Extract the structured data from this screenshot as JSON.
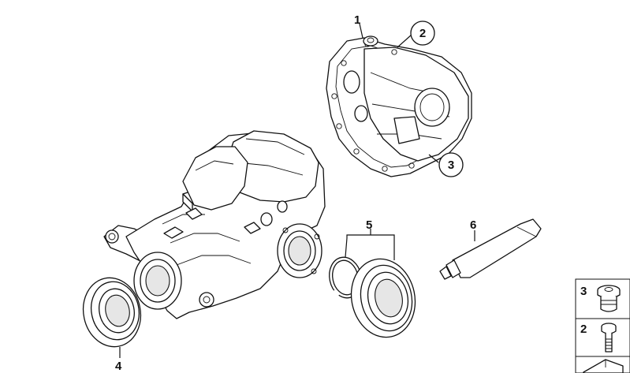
{
  "callouts": {
    "c1": "1",
    "c2": "2",
    "c3": "3",
    "c4": "4",
    "c5": "5",
    "c6": "6"
  },
  "legend": {
    "items": [
      {
        "label": "3",
        "icon": "screw-plug-icon"
      },
      {
        "label": "2",
        "icon": "bolt-icon"
      },
      {
        "label": "",
        "icon": "wedge-icon"
      }
    ]
  }
}
